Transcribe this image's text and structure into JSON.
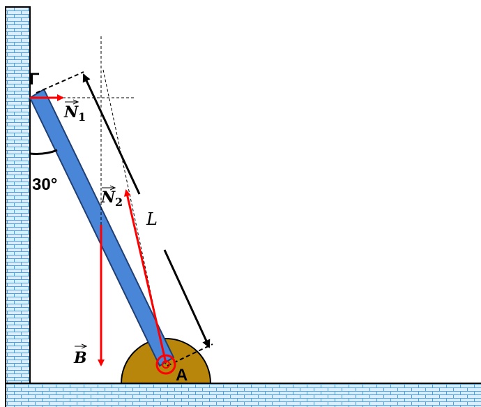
{
  "diagram": {
    "labels": {
      "point_top": "Γ",
      "point_bottom": "A",
      "angle": "30°",
      "force_n1": "N",
      "force_n1_sub": "1",
      "force_n2": "N",
      "force_n2_sub": "2",
      "weight": "B",
      "length": "L"
    },
    "colors": {
      "beam": "#4a86d8",
      "beam_outline": "#1f3f73",
      "brick": "#dbeeff",
      "brick_lines": "#4aa0e0",
      "force_arrows": "#ff0000",
      "hinge_base": "#b8860b",
      "hinge_ring": "#ff0000",
      "length_arrows": "#000000"
    }
  }
}
